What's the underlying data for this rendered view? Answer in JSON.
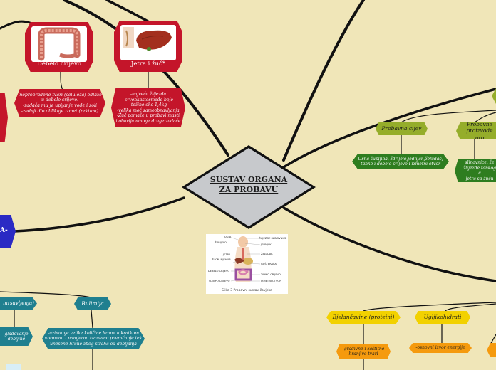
{
  "central": {
    "line1": "SUSTAV ORGANA",
    "line2": "ZA PROBAVU"
  },
  "colors": {
    "background": "#f0e6b8",
    "central": "#c7c9cc",
    "red_node": "#c4152a",
    "teal_node": "#1f7f8f",
    "lime_node": "#95ad2a",
    "green_node": "#2e7d1f",
    "yellow_node": "#f2d100",
    "orange_node": "#f59a0e",
    "connector": "#111111"
  },
  "organs": {
    "colon": {
      "label": "Debelo crijevo",
      "icon": "colon-illustration-icon"
    },
    "liver": {
      "label": "Jetra i žuč*",
      "icon": "liver-illustration-icon"
    }
  },
  "notes": {
    "colon_desc": [
      "-neprobrađene tvari (celuloza) odlaze",
      "u debelo crijevo.",
      "-zadaća mu je upijanje vode i soli",
      "-zadnji dio oblikuje izmet (rektum)"
    ],
    "liver_desc": [
      "-najveća žlijezda",
      "-crvenkastosmeđe boje",
      "-težine oko 1,4kg",
      "-velika moć samoobnavljanja",
      "-Žuč pomaže u probavi masti",
      "i obavlja mnoge druge zadaće"
    ],
    "left_edge_label": "A-",
    "left_partial": "mrsavljenja)",
    "left_partial_desc": [
      "gladovanje",
      "debljine"
    ],
    "bulimia": "Bulimija",
    "bulimia_desc": [
      "-uzimanje velike količine hrane u kratkom",
      "vremenu i namjerno izazvano povraćanje tek",
      "unesene hrane zbog straha od debljanja"
    ],
    "digestive_tube": "Probavna cijev",
    "digestive_tube_desc": [
      "Usna šupljina, ždrijelo,jednjak,želudac,",
      "tanko i debelo crijevo i izmetni otvor"
    ],
    "glands": [
      "Probavne",
      "proizvode pro"
    ],
    "glands_desc": [
      "slinovnice, že",
      "žlijezde tankog c",
      "jetra sa žučn"
    ],
    "proteins": "Bjelančavine (proteini)",
    "proteins_desc": [
      "-gradivne i zaštitne",
      "hranjive tvari"
    ],
    "carbs": "Ugljikohidrati",
    "carbs_desc": "-osnovni izvor energije"
  },
  "figure": {
    "caption": "Slika 3 Probavni sustav čovjeka",
    "labels": {
      "mouth": "USTA",
      "salivary": "ŽLIJEZDE SLINOVNICE",
      "esophagus": "JEDNJAK",
      "pharynx": "ŽDRIJELO",
      "stomach": "ŽELUDAC",
      "liver": "JETRA",
      "gallbladder": "ŽUČNI MJEHUR",
      "pancreas": "GUŠTERAČA",
      "large_int": "DEBELO CRIJEVO",
      "small_int": "TANKO CRIJEVO",
      "anus": "IZMETNI OTVOR",
      "appendix": "SLIJEPO CRIJEVO"
    }
  }
}
